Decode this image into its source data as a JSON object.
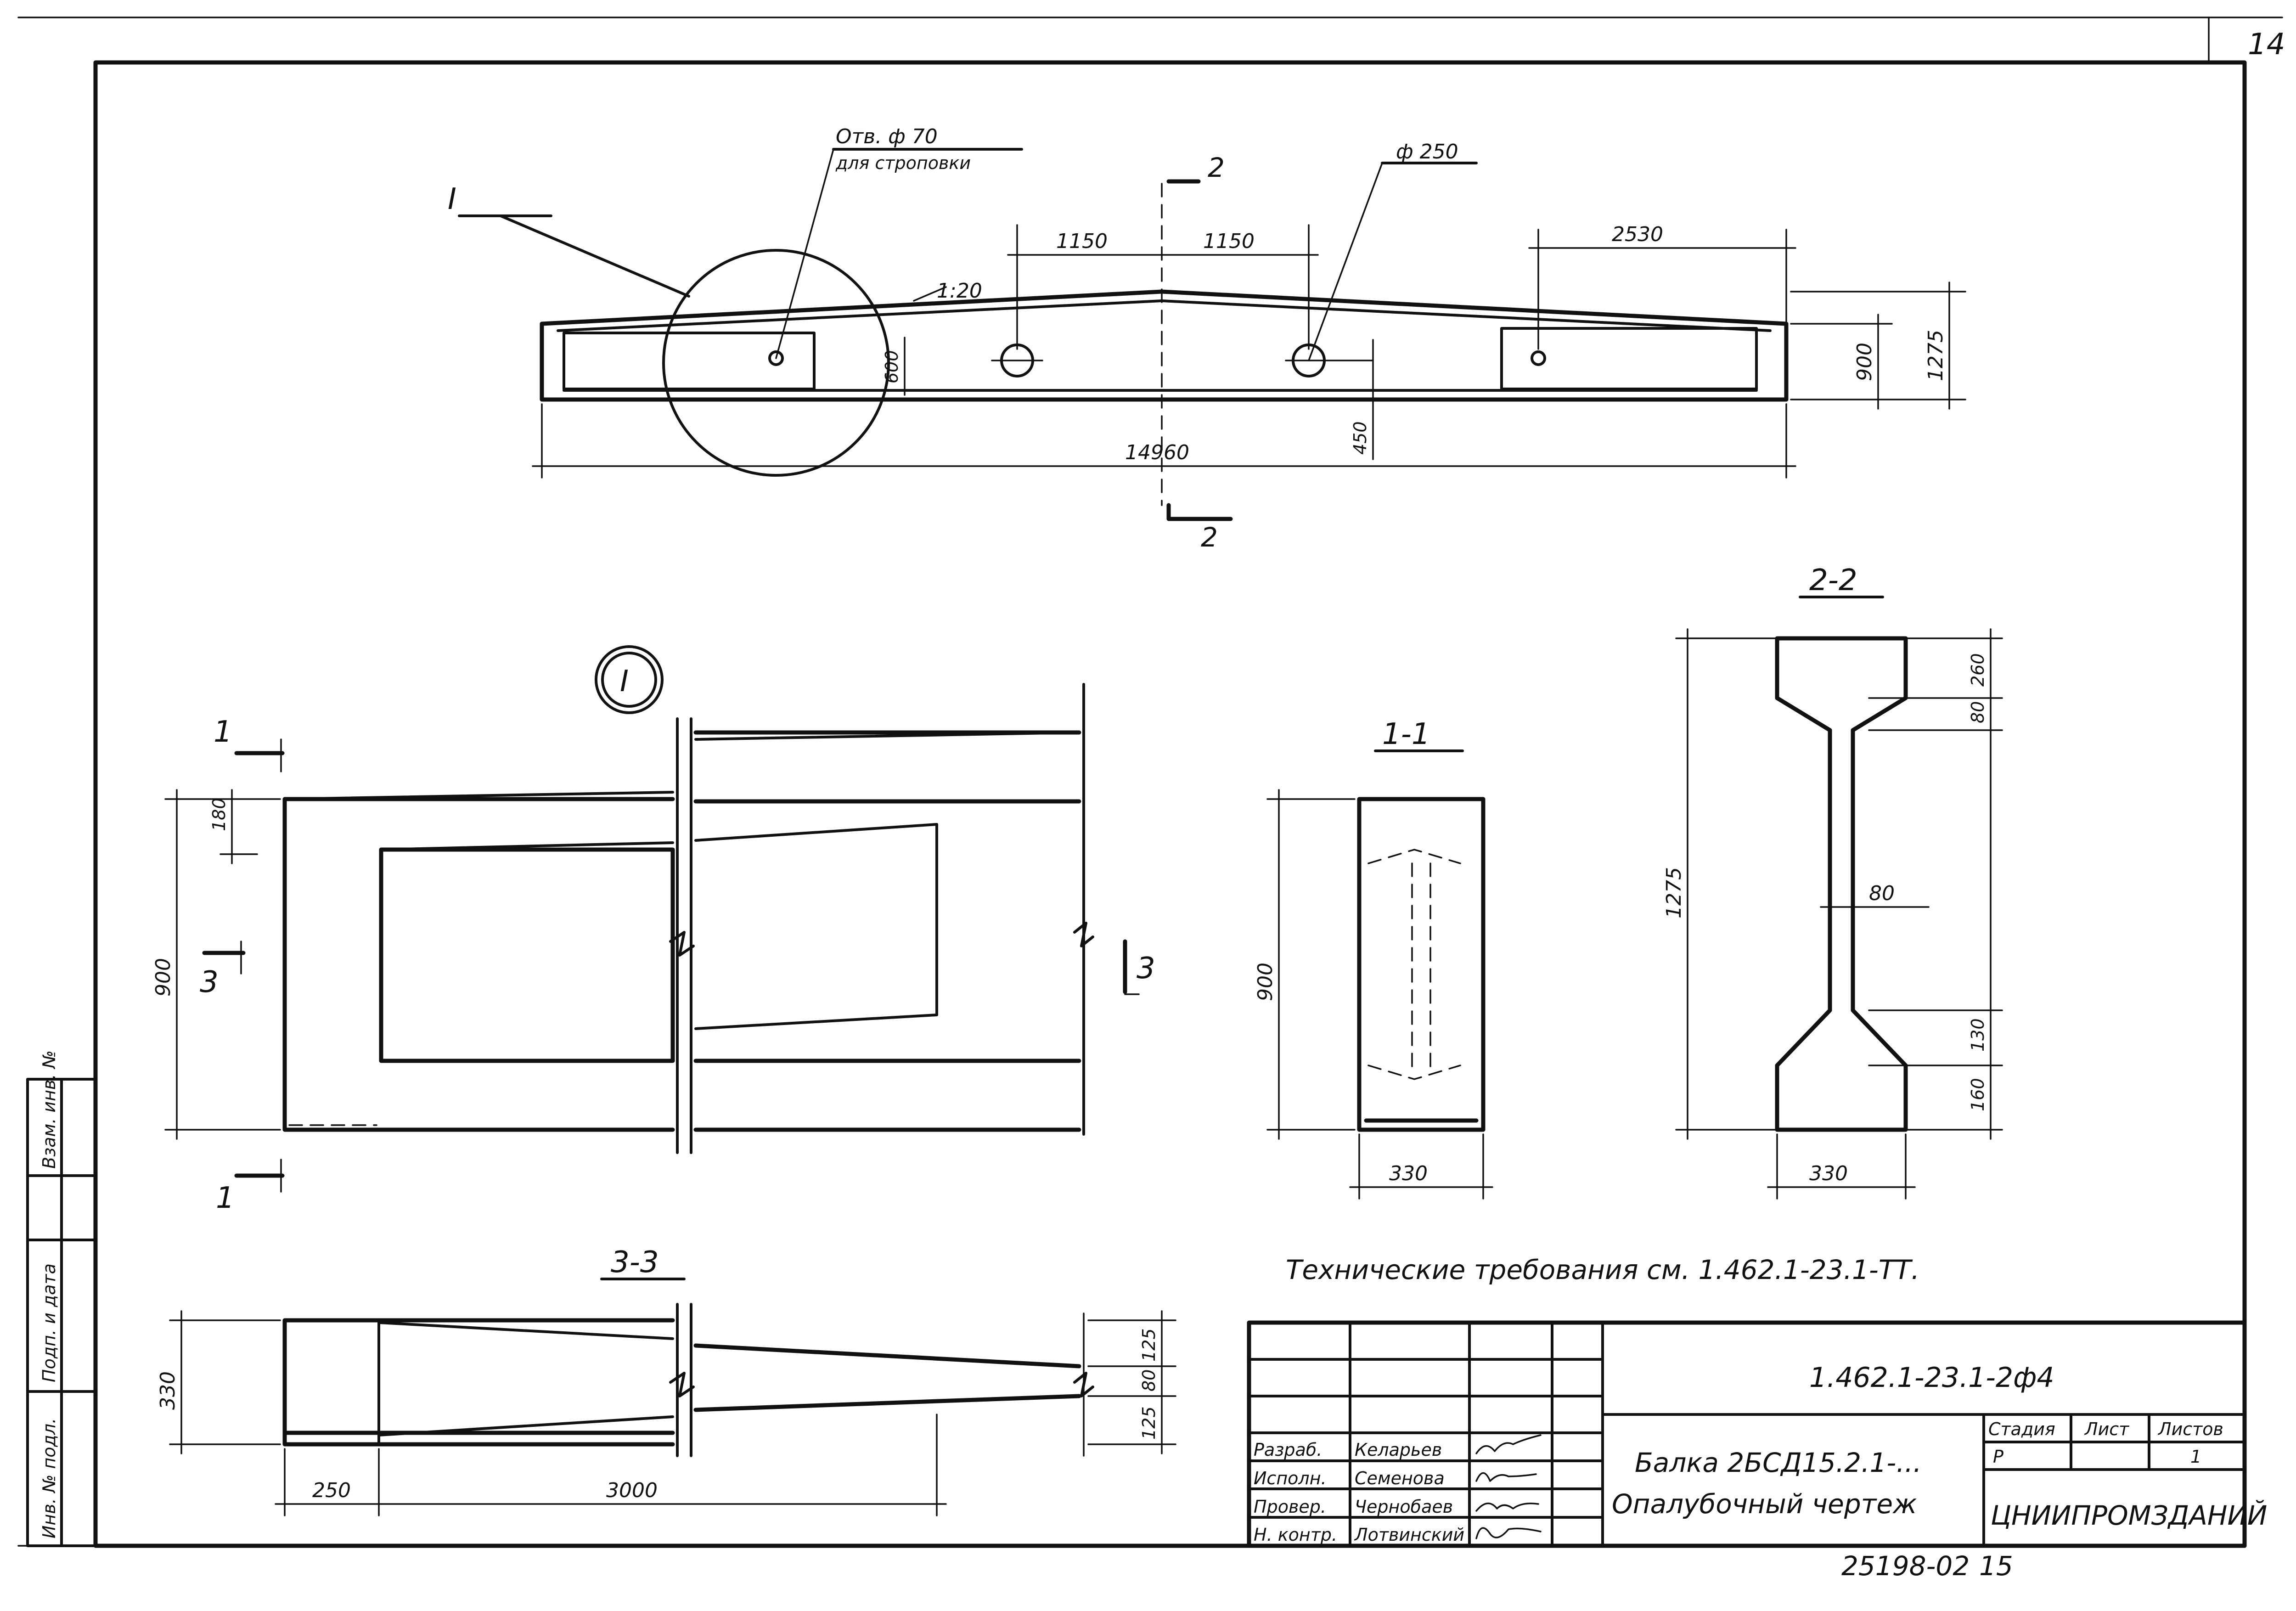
{
  "sheet": {
    "page_number": "14"
  },
  "main_view": {
    "callout_id": "I",
    "hole_note_line1": "Отв. ф 70",
    "hole_note_line2": "для строповки",
    "hole_large": "ф 250",
    "section_mark": "2",
    "slope": "1:20",
    "dim_1150_left": "1150",
    "dim_1150_right": "1150",
    "dim_2530": "2530",
    "dim_900": "900",
    "dim_1275": "1275",
    "dim_600": "600",
    "dim_450": "450",
    "dim_total": "14960"
  },
  "detail_view": {
    "callout_id": "I",
    "cut_1": "1",
    "cut_3": "3",
    "dim_180": "180",
    "dim_900": "900"
  },
  "section_1_1": {
    "title": "1-1",
    "dim_height": "900",
    "dim_width": "330"
  },
  "section_2_2": {
    "title": "2-2",
    "dim_total": "1275",
    "dim_web": "80",
    "dim_top_260": "260",
    "dim_top_80": "80",
    "dim_bot_130": "130",
    "dim_bot_160": "160",
    "dim_width": "330"
  },
  "section_3_3": {
    "title": "3-3",
    "dim_330": "330",
    "dim_125_top": "125",
    "dim_80": "80",
    "dim_125_bot": "125",
    "dim_250": "250",
    "dim_3000": "3000"
  },
  "notes": {
    "technical": "Технические требования см. 1.462.1-23.1-ТТ."
  },
  "title_block": {
    "code": "1.462.1-23.1-2ф4",
    "title_line1": "Балка 2БСД15.2.1-...",
    "title_line2": "Опалубочный чертеж",
    "stage_header": "Стадия",
    "sheet_header": "Лист",
    "sheets_header": "Листов",
    "stage_value": "Р",
    "sheets_value": "1",
    "organization": "ЦНИИПРОМЗДАНИЙ",
    "roles": [
      "Разраб.",
      "Исполн.",
      "Провер.",
      "Н. контр."
    ],
    "names": [
      "Келарьев",
      "Семенова",
      "Чернобаев",
      "Лотвинский"
    ]
  },
  "side_stamp": {
    "col1": "Взам. инв. №",
    "col2": "Подп. и дата",
    "col3": "Инв. № подл."
  },
  "footer": {
    "archive_number": "25198-02",
    "page": "15"
  }
}
